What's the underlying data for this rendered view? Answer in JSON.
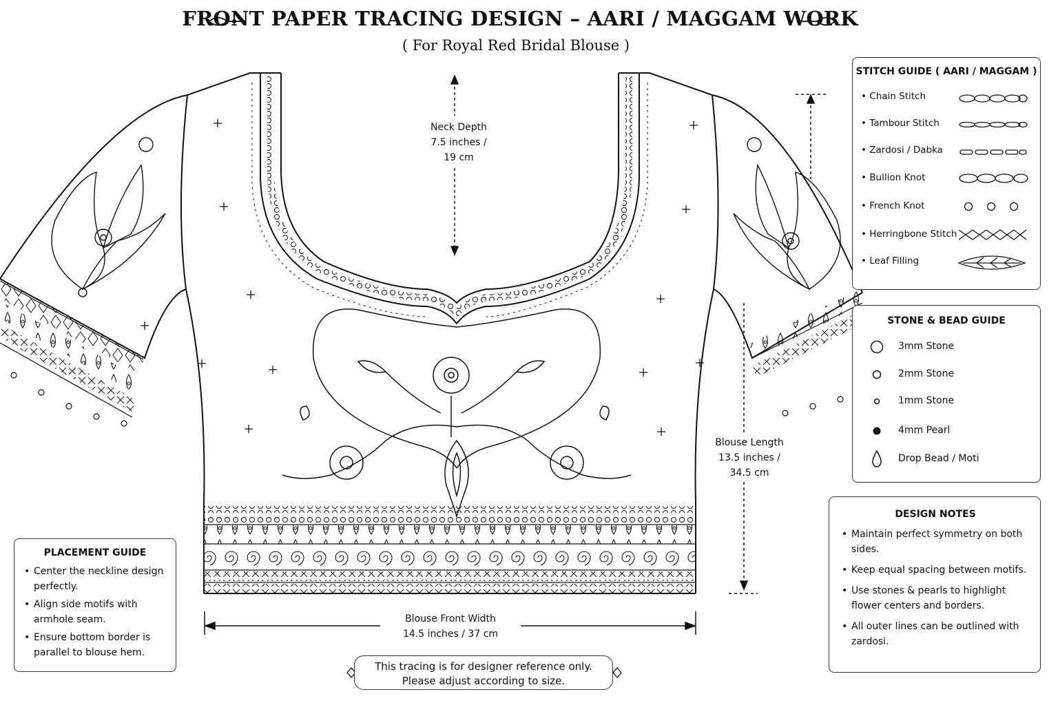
{
  "title": "FRONT PAPER TRACING DESIGN – AARI / MAGGAM WORK",
  "subtitle": "( For Royal Red Bridal Blouse )",
  "measurements": {
    "neck_depth": {
      "label": "Neck Depth",
      "value1": "7.5 inches /",
      "value2": "19 cm"
    },
    "blouse_length": {
      "label": "Blouse Length",
      "value1": "13.5 inches /",
      "value2": "34.5 cm"
    },
    "front_width": {
      "label": "Blouse Front Width",
      "value": "14.5 inches / 37 cm"
    }
  },
  "stitch_guide": {
    "heading": "STITCH GUIDE ( AARI / MAGGAM )",
    "items": [
      {
        "label": "Chain Stitch",
        "icon": "chain-stitch-icon"
      },
      {
        "label": "Tambour Stitch",
        "icon": "tambour-stitch-icon"
      },
      {
        "label": "Zardosi / Dabka",
        "icon": "zardosi-icon"
      },
      {
        "label": "Bullion Knot",
        "icon": "bullion-knot-icon"
      },
      {
        "label": "French Knot",
        "icon": "french-knot-icon"
      },
      {
        "label": "Herringbone Stitch",
        "icon": "herringbone-icon"
      },
      {
        "label": "Leaf Filling",
        "icon": "leaf-filling-icon"
      }
    ]
  },
  "stone_guide": {
    "heading": "STONE & BEAD GUIDE",
    "items": [
      {
        "label": "3mm Stone",
        "icon": "stone-3mm-icon"
      },
      {
        "label": "2mm Stone",
        "icon": "stone-2mm-icon"
      },
      {
        "label": "1mm Stone",
        "icon": "stone-1mm-icon"
      },
      {
        "label": "4mm Pearl",
        "icon": "pearl-icon"
      },
      {
        "label": "Drop Bead / Moti",
        "icon": "drop-bead-icon"
      }
    ]
  },
  "placement_guide": {
    "heading": "PLACEMENT GUIDE",
    "items": [
      "Center the neckline design perfectly.",
      "Align side motifs with armhole seam.",
      "Ensure bottom border is parallel to blouse hem."
    ]
  },
  "design_notes": {
    "heading": "DESIGN NOTES",
    "items": [
      "Maintain perfect symmetry on both sides.",
      "Keep equal spacing between motifs.",
      "Use stones & pearls to highlight flower centers and borders.",
      "All outer lines can be outlined with zardosi."
    ]
  },
  "footer_note": {
    "line1": "This tracing is for designer reference only.",
    "line2": "Please adjust according to size."
  }
}
